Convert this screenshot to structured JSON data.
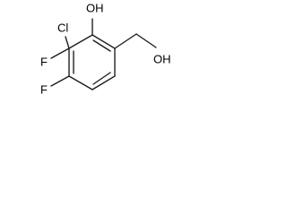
{
  "structure": {
    "atoms": {
      "oh_phenol": "OH",
      "chlorine": "Cl",
      "fluorine_upper": "F",
      "fluorine_lower": "F",
      "oh_alcohol": "OH"
    }
  },
  "colors": {
    "bond": "#1a1a1a",
    "text": "#000000",
    "background": "#ffffff"
  }
}
